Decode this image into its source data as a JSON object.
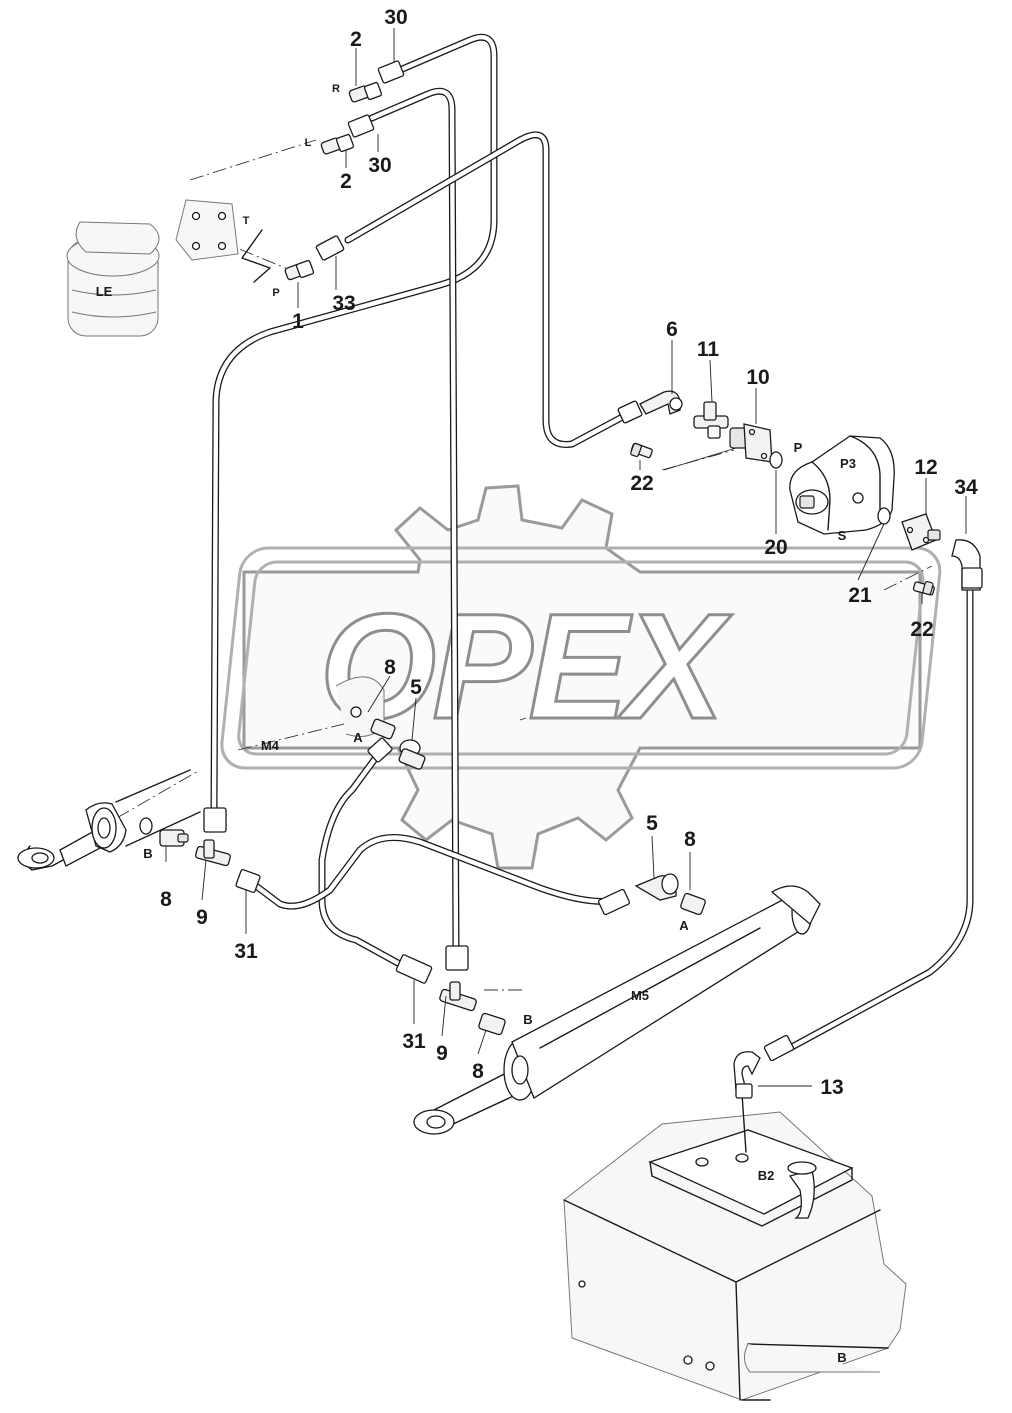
{
  "watermark": {
    "text": "OPEX"
  },
  "callouts": {
    "c30a": "30",
    "c2a": "2",
    "c2b": "2",
    "c30b": "30",
    "c33": "33",
    "c1": "1",
    "c6": "6",
    "c11": "11",
    "c10": "10",
    "c22a": "22",
    "c20": "20",
    "c12": "12",
    "c34": "34",
    "c21": "21",
    "c22b": "22",
    "c8a": "8",
    "c5a": "5",
    "c8b": "8",
    "c9a": "9",
    "c31a": "31",
    "c5b": "5",
    "c8c": "8",
    "c31b": "31",
    "c9b": "9",
    "c8d": "8",
    "c13": "13"
  },
  "labels": {
    "R": "R",
    "L": "L",
    "T": "T",
    "P_valve": "P",
    "LE": "LE",
    "P_pump": "P",
    "P3": "P3",
    "S": "S",
    "M4": "M4",
    "A_m4": "A",
    "B_m4": "B",
    "M5": "M5",
    "A_m5": "A",
    "B_m5": "B",
    "B2": "B2",
    "B_tank": "B"
  }
}
